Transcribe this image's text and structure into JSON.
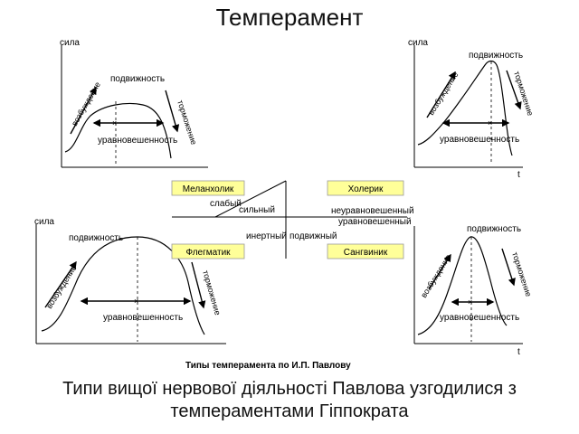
{
  "title": "Темперамент",
  "caption_line1": "Типи вищої нервової діяльності Павлова узгодилися з",
  "caption_line2": "темпераментами Гіппократа",
  "figure_caption": "Типы темперамента по И.П. Павлову",
  "curves": {
    "axis_y": "сила",
    "axis_x": "t",
    "excitation": "возбуждение",
    "mobility": "подвижность",
    "inhibition": "торможение",
    "balance": "уравновешенность",
    "center_mark": "×"
  },
  "center": {
    "melancholic": "Меланхолик",
    "choleric": "Холерик",
    "phlegmatic": "Флегматик",
    "sanguine": "Сангвиник",
    "weak": "слабый",
    "strong": "сильный",
    "unbalanced": "неуравновешенный",
    "balanced": "уравновешенный",
    "inert": "инертный",
    "mobile": "подвижный"
  },
  "colors": {
    "box_fill": "#ffff99"
  }
}
